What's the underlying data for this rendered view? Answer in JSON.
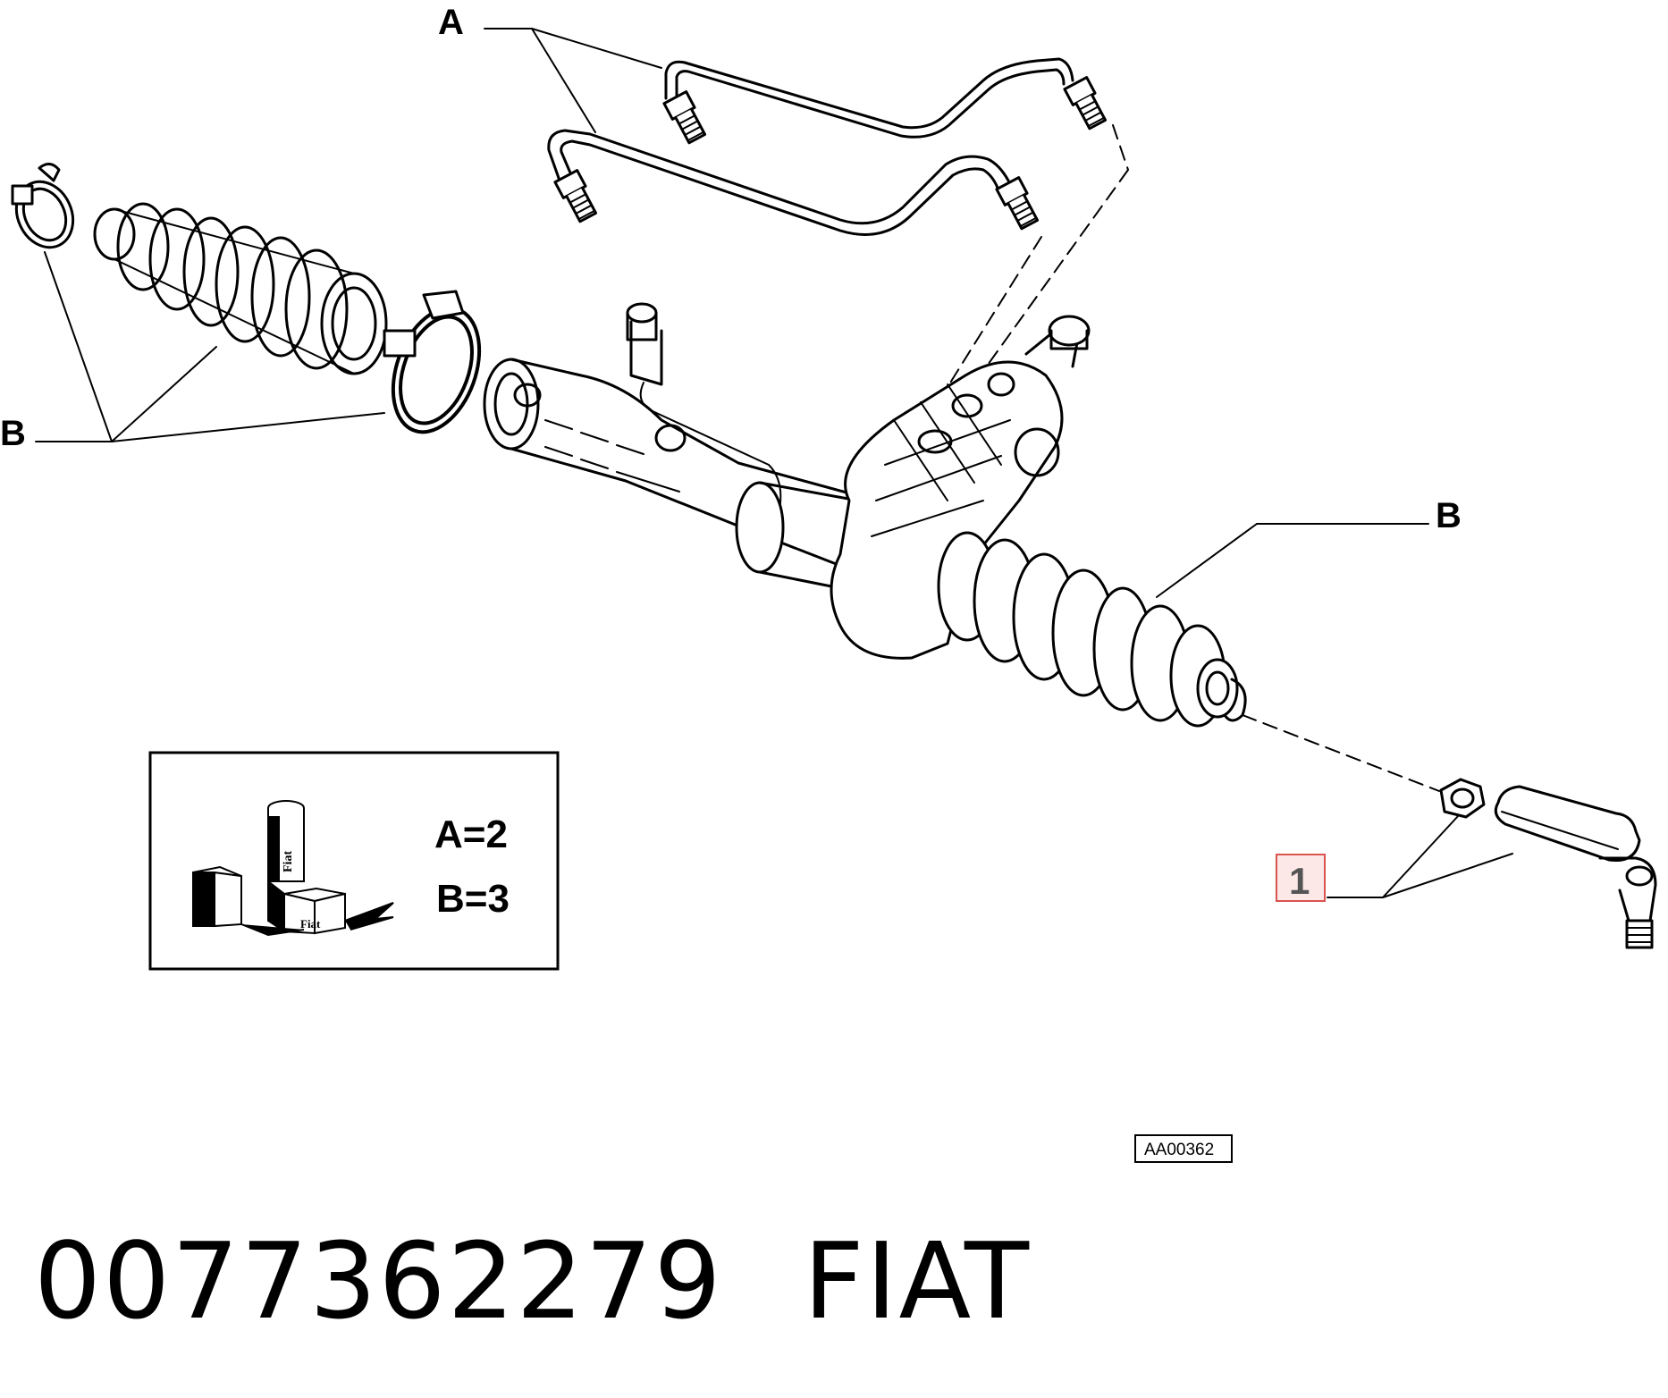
{
  "callouts": {
    "a_top": "A",
    "b_left": "B",
    "b_right": "B",
    "item_1": "1"
  },
  "legend": {
    "qty_a": "A=2",
    "qty_b": "B=3",
    "pack_label": "Fiat"
  },
  "figure_code": "AA00362",
  "footer": {
    "part_number": "0077362279",
    "brand": "FIAT"
  },
  "colors": {
    "highlight_box": "#d9534f",
    "highlight_fill": "#fde8e8"
  }
}
